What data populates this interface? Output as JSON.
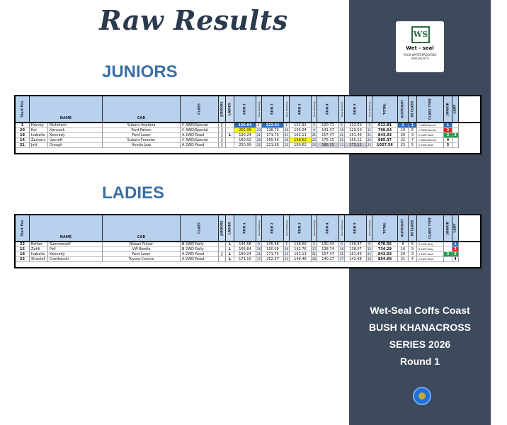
{
  "page_title": "Raw Results",
  "sections": {
    "juniors_title": "JUNIORS",
    "ladies_title": "LADIES"
  },
  "table_headers": {
    "start_pos": "Start Pos",
    "name": "NAME",
    "car": "CAR",
    "class": "CLASS",
    "juniors": "JUNIORS",
    "ladies": "LADIES",
    "run1": "RUN 1",
    "run2": "RUN 2",
    "run3": "RUN 3",
    "run4": "RUN 4",
    "run5": "RUN 5",
    "run_ranking": "Run Ranking",
    "total": "TOTAL",
    "outright": "OUTRIGHT",
    "class_pos": "IN CLASS",
    "class_type": "CLASS TYPE",
    "junior_rank": "JUNIOR",
    "lady_rank": "LADY"
  },
  "juniors": [
    {
      "pos": "1",
      "first": "Harvey",
      "last": "Nicholson",
      "car": "Subaru Impreza",
      "class": "C AWD/Special",
      "junior": "J",
      "lady": "",
      "r1": "125.04",
      "r1k": "1",
      "r2": "122.61",
      "r2k": "1",
      "r3": "121.92",
      "r3k": "2",
      "r4": "120.71",
      "r4k": "2",
      "r5": "122.53",
      "r5k": "3",
      "total": "612.81",
      "outright": "1",
      "inclass": "1",
      "ctype": "C AWD/Special",
      "jr": "1",
      "lr": ""
    },
    {
      "pos": "20",
      "first": "Kai",
      "last": "Hancock",
      "car": "Ford Falcon",
      "class": "C AWD/Special",
      "junior": "J",
      "lady": "",
      "r1": "255.99",
      "r1k": "23",
      "r2": "138.75",
      "r2k": "19",
      "r3": "134.04",
      "r3k": "9",
      "r4": "141.37",
      "r4k": "19",
      "r5": "129.50",
      "r5k": "11",
      "total": "799.64",
      "outright": "19",
      "inclass": "6",
      "ctype": "C AWD/Special",
      "jr": "2",
      "lr": ""
    },
    {
      "pos": "18",
      "first": "Isabella",
      "last": "Kennedy",
      "car": "Ford Laser",
      "class": "A 2WD Road",
      "junior": "J",
      "lady": "L",
      "r1": "190.24",
      "r1k": "21",
      "r2": "171.75",
      "r2k": "21",
      "r3": "162.11",
      "r3k": "21",
      "r4": "157.47",
      "r4k": "21",
      "r5": "161.46",
      "r5k": "21",
      "total": "843.03",
      "outright": "20",
      "inclass": "3",
      "ctype": "A 2WD Road",
      "jr": "3",
      "lr": "3"
    },
    {
      "pos": "14",
      "first": "Zachary",
      "last": "Upcroft",
      "car": "Subaru Forester",
      "class": "C AWD/Special",
      "junior": "J",
      "lady": "",
      "r1": "180.02",
      "r1k": "20",
      "r2": "165.46",
      "r2k": "20",
      "r3": "198.62",
      "r3k": "22",
      "r4": "176.15",
      "r4k": "22",
      "r5": "165.12",
      "r5k": "22",
      "total": "885.37",
      "outright": "22",
      "inclass": "7",
      "ctype": "C AWD/Special",
      "jr": "4",
      "lr": ""
    },
    {
      "pos": "21",
      "first": "Jett",
      "last": "Drough",
      "car": "Honda Jazz",
      "class": "A 2WD Road",
      "junior": "J",
      "lady": "",
      "r1": "250.99",
      "r1k": "22",
      "r2": "221.68",
      "r2k": "22",
      "r3": "190.62",
      "r3k": "22",
      "r4": "186.15",
      "r4k": "23",
      "r5": "175.12",
      "r5k": "23",
      "total": "1027.56",
      "outright": "23",
      "inclass": "5",
      "ctype": "A 2WD Road",
      "jr": "5",
      "lr": ""
    }
  ],
  "ladies": [
    {
      "pos": "22",
      "first": "Esther",
      "last": "Summersell",
      "car": "Nissan Pulsar",
      "class": "B 2WD Rally",
      "junior": "",
      "lady": "L",
      "r1": "144.58",
      "r1k": "9",
      "r2": "135.98",
      "r2k": "7",
      "r3": "128.69",
      "r3k": "5",
      "r4": "130.34",
      "r4k": "9",
      "r5": "130.97",
      "r5k": "9",
      "total": "670.55",
      "outright": "8",
      "inclass": "5",
      "ctype": "B 2WD Rally",
      "jr": "",
      "lr": "1"
    },
    {
      "pos": "15",
      "first": "Zahli",
      "last": "Pell",
      "car": "VW Beetle",
      "class": "B 2WD Rally",
      "junior": "",
      "lady": "L",
      "r1": "166.64",
      "r1k": "16",
      "r2": "150.09",
      "r2k": "16",
      "r3": "142.76",
      "r3k": "17",
      "r4": "138.74",
      "r4k": "16",
      "r5": "136.07",
      "r5k": "13",
      "total": "734.29",
      "outright": "16",
      "inclass": "9",
      "ctype": "B 2WD Rally",
      "jr": "",
      "lr": "2"
    },
    {
      "pos": "18",
      "first": "Isabella",
      "last": "Kennedy",
      "car": "Ford Laser",
      "class": "A 2WD Road",
      "junior": "J",
      "lady": "L",
      "r1": "190.24",
      "r1k": "21",
      "r2": "171.75",
      "r2k": "21",
      "r3": "162.11",
      "r3k": "21",
      "r4": "157.47",
      "r4k": "21",
      "r5": "161.46",
      "r5k": "21",
      "total": "843.03",
      "outright": "20",
      "inclass": "3",
      "ctype": "A 2WD Road",
      "jr": "3",
      "lr": "3"
    },
    {
      "pos": "23",
      "first": "Shantell",
      "last": "Cvetkovski",
      "car": "Toyota Corona",
      "class": "A 2WD Road",
      "junior": "",
      "lady": "L",
      "r1": "171.10",
      "r1k": "17",
      "r2": "252.37",
      "r2k": "23",
      "r3": "148.48",
      "r3k": "20",
      "r4": "140.27",
      "r4k": "17",
      "r5": "142.48",
      "r5k": "15",
      "total": "854.69",
      "outright": "21",
      "inclass": "4",
      "ctype": "A 2WD Road",
      "jr": "",
      "lr": "4"
    }
  ],
  "logo": {
    "mark": "WS",
    "name": "Wet - seal",
    "tagline": "YOUR WATERPROOFING SPECIALISTS"
  },
  "series": {
    "line1": "Wet-Seal Coffs Coast",
    "line2": "BUSH KHANACROSS",
    "line3": "SERIES 2026",
    "line4": "Round 1"
  },
  "colors": {
    "sidebar": "#3c4a5c",
    "title": "#2c3a4e",
    "section": "#3b6fa8",
    "header": "#b8d1ec",
    "highlight_blue": "#2e6fbd",
    "highlight_yellow": "#ffff00",
    "highlight_green": "#1ea04a",
    "highlight_red": "#e02020"
  },
  "icons": [
    "wet-seal-logo",
    "series-badge-icon"
  ]
}
